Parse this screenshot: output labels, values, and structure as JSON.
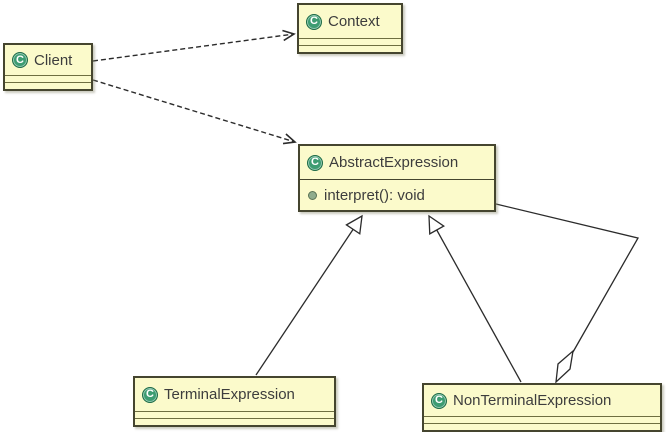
{
  "diagram": {
    "kind": "uml-class-diagram",
    "colors": {
      "node_fill": "#fbfacb",
      "node_border": "#45452f",
      "edge": "#2b2b2b",
      "class_icon": "#3d9c72",
      "background": "#ffffff"
    }
  },
  "nodes": {
    "client": {
      "name": "Client",
      "icon_letter": "C"
    },
    "context": {
      "name": "Context",
      "icon_letter": "C"
    },
    "abstract_expression": {
      "name": "AbstractExpression",
      "icon_letter": "C",
      "members": [
        {
          "label": "interpret(): void"
        }
      ]
    },
    "terminal_expression": {
      "name": "TerminalExpression",
      "icon_letter": "C"
    },
    "non_terminal_expression": {
      "name": "NonTerminalExpression",
      "icon_letter": "C"
    }
  },
  "edges": [
    {
      "from": "Client",
      "to": "Context",
      "type": "dependency",
      "style": "dashed, open arrow at Context"
    },
    {
      "from": "Client",
      "to": "AbstractExpression",
      "type": "dependency",
      "style": "dashed, open arrow at AbstractExpression"
    },
    {
      "from": "TerminalExpression",
      "to": "AbstractExpression",
      "type": "generalization",
      "style": "solid, hollow triangle at AbstractExpression"
    },
    {
      "from": "NonTerminalExpression",
      "to": "AbstractExpression",
      "type": "generalization",
      "style": "solid, hollow triangle at AbstractExpression"
    },
    {
      "from": "AbstractExpression",
      "to": "NonTerminalExpression",
      "type": "aggregation",
      "style": "solid, hollow diamond at NonTerminalExpression"
    }
  ]
}
